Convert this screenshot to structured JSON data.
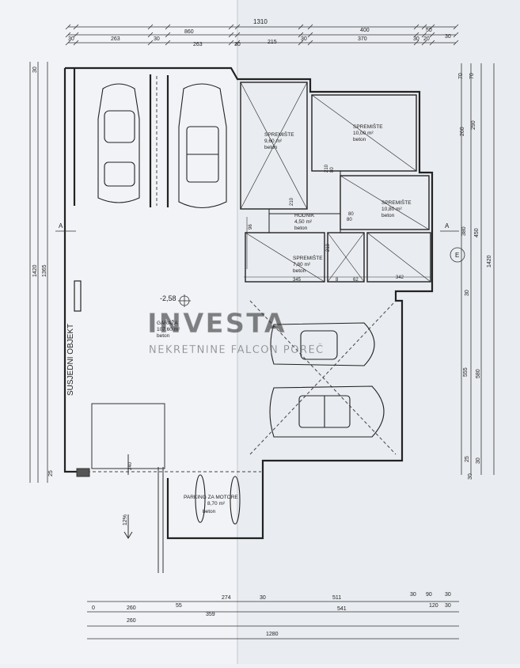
{
  "dims_top": {
    "overall": "1310",
    "row2": [
      "860",
      "400",
      "50"
    ],
    "row3": [
      "30",
      "263",
      "30",
      "263",
      "30",
      "215",
      "30",
      "370",
      "30",
      "20",
      "30"
    ]
  },
  "dims_bottom": {
    "row1": [
      "274",
      "30",
      "511",
      "30",
      "90",
      "30"
    ],
    "row2": [
      "0",
      "260",
      "55",
      "359",
      "541",
      "120",
      "30"
    ],
    "row3": [
      "260"
    ],
    "overall": "1280"
  },
  "dims_left": [
    "30",
    "1420",
    "1365",
    "25"
  ],
  "dims_right": [
    "70",
    "70",
    "260",
    "290",
    "380",
    "450",
    "1420",
    "555",
    "580",
    "25",
    "30",
    "30",
    "30"
  ],
  "rooms": {
    "spremiste1": {
      "name": "SPREMIŠTE",
      "area": "9,60 m²",
      "floor": "beton"
    },
    "spremiste2": {
      "name": "SPREMIŠTE",
      "area": "10,00 m²",
      "floor": "beton"
    },
    "spremiste3": {
      "name": "SPREMIŠTE",
      "area": "10,80 m²",
      "floor": "beton"
    },
    "spremiste4": {
      "name": "SPREMIŠTE",
      "area": "7,80 m²",
      "floor": "beton"
    },
    "hodnik": {
      "name": "HODNIK",
      "area": "4,50 m²",
      "floor": "beton"
    },
    "garaza": {
      "name": "GARAŽA",
      "area": "107,60 m²",
      "floor": "beton"
    },
    "parking_moto": {
      "name": "PARKING ZA MOTORE",
      "area": "8,70 m²",
      "floor": "beton"
    }
  },
  "labels": {
    "neighbor": "SUSJEDNI OBJEKT",
    "level": "-2,58",
    "slope": "12%",
    "section_a": "A",
    "axis_e": "E",
    "inner_dims": [
      "345",
      "8",
      "62",
      "342",
      "96",
      "210",
      "80",
      "210",
      "80",
      "80",
      "210",
      "210",
      "240"
    ]
  },
  "watermark": {
    "brand": "INVESTA",
    "sub": "NEKRETNINE FALCON POREČ"
  }
}
